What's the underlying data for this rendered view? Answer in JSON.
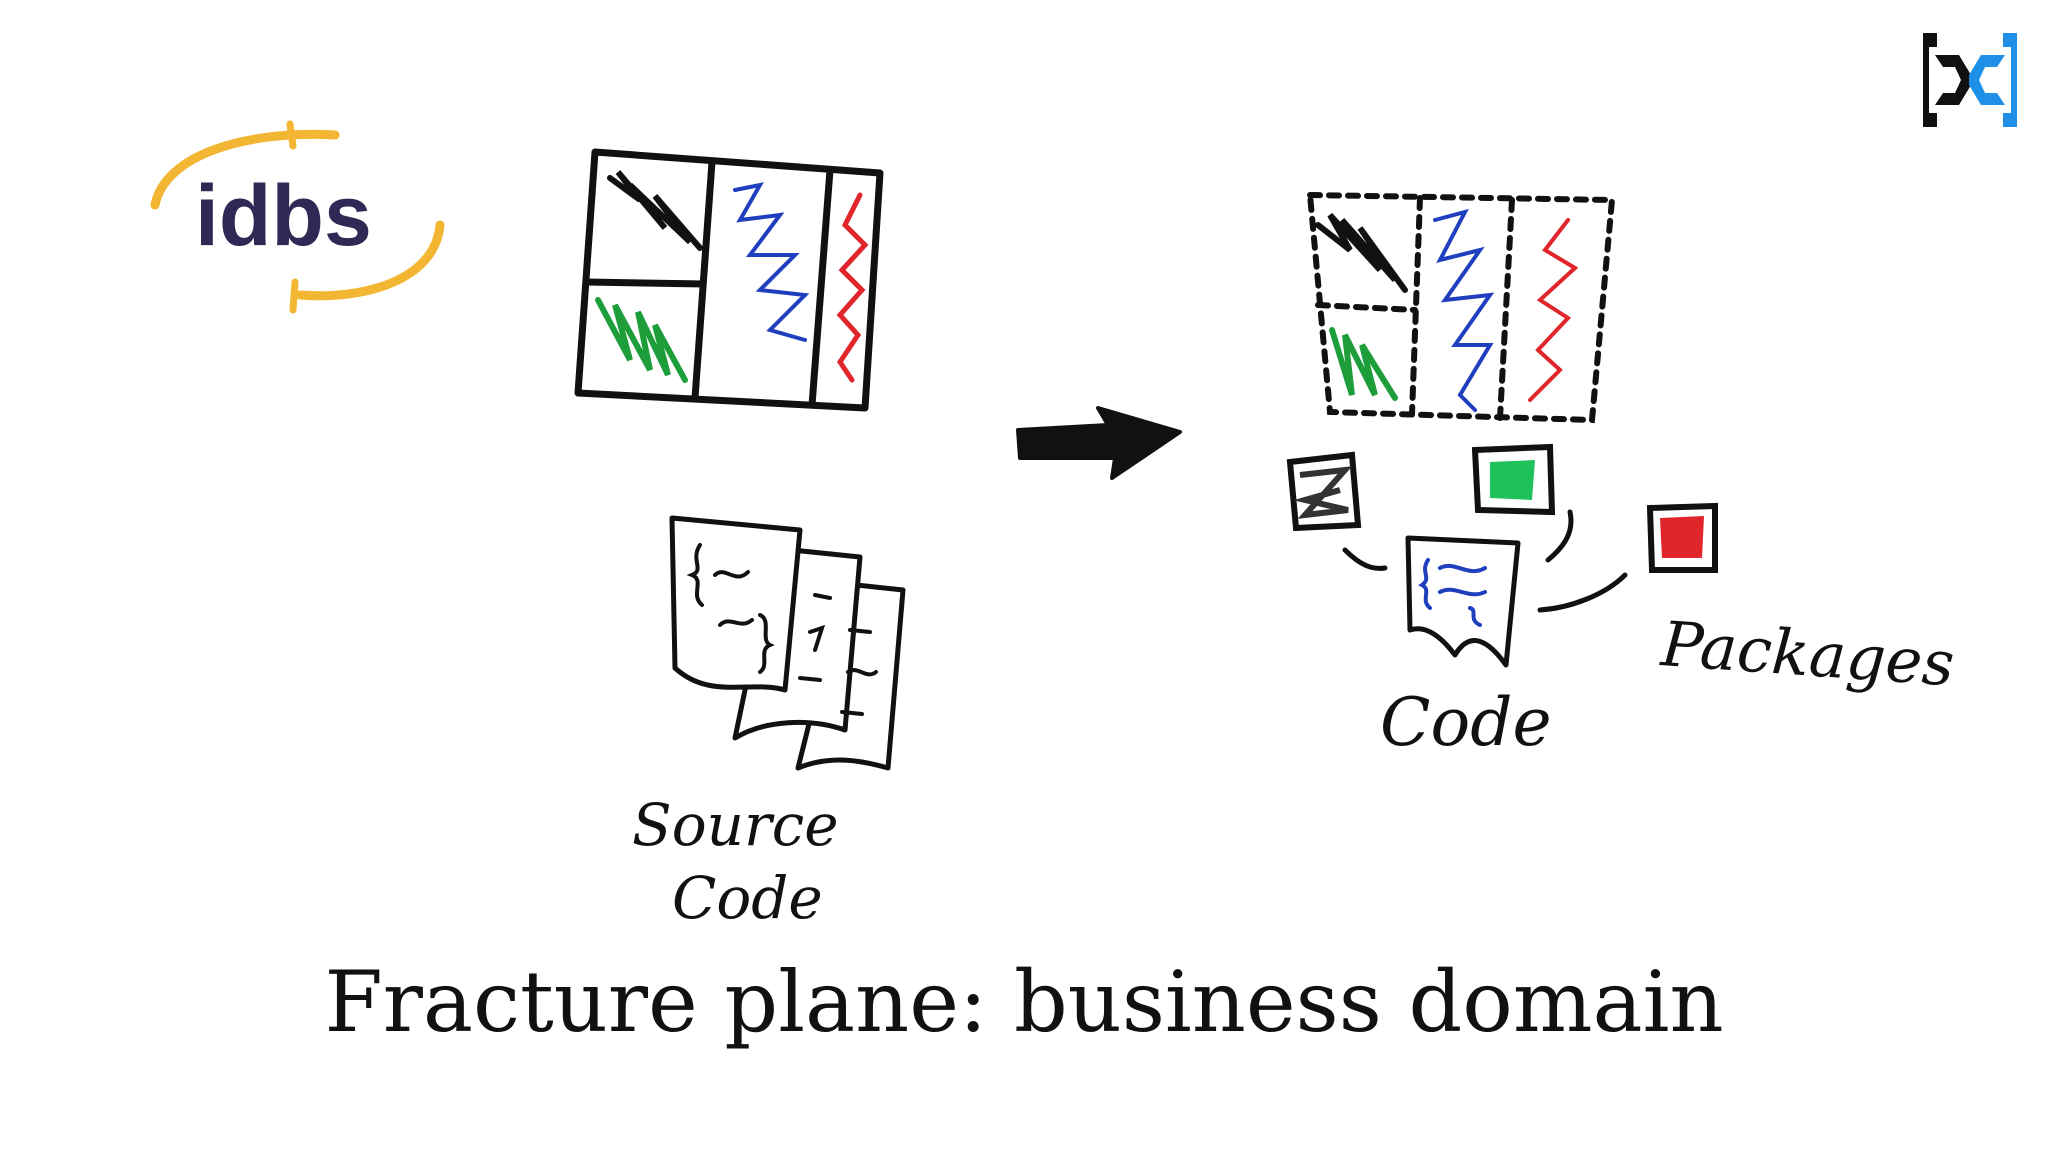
{
  "logo": {
    "text": "idbs",
    "text_color": "#2e2a55",
    "swoosh_color": "#f2b632"
  },
  "brand_icon": "gear-brackets-icon",
  "diagram": {
    "source_code_label_line1": "Source",
    "source_code_label_line2": "Code",
    "code_label": "Code",
    "packages_label": "Packages"
  },
  "colors": {
    "black_domain": "#111111",
    "green_domain": "#1e9e3a",
    "blue_domain": "#1f3fbf",
    "red_domain": "#e0262a",
    "gear_accent": "#1e90e8"
  },
  "caption": "Fracture plane: business domain"
}
